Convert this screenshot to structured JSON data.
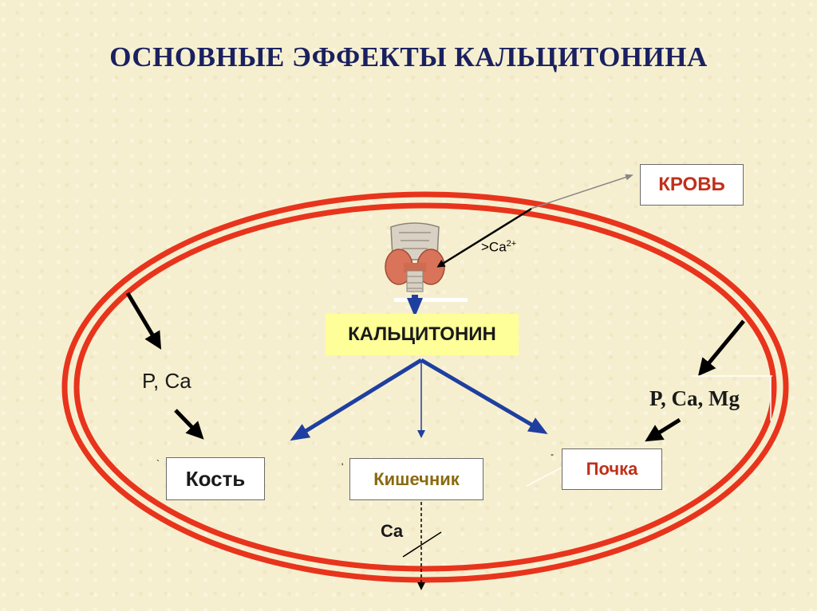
{
  "title": "ОСНОВНЫЕ ЭФФЕКТЫ КАЛЬЦИТОНИНА",
  "diagram": {
    "blood_box": "КРОВЬ",
    "ca_label": ">Ca",
    "ca_superscript": "2+",
    "hormone": "КАЛЬЦИТОНИН",
    "left_ions": "P, Ca",
    "right_ions": "P, Ca, Mg",
    "bone": "Кость",
    "intestine": "Кишечник",
    "kidney": "Почка",
    "ca_bottom": "Ca"
  },
  "colors": {
    "title": "#1a2060",
    "ellipse": "#e8341c",
    "blue_arrow": "#1e3fa0",
    "blood_text": "#c0301a",
    "intestine_text": "#8a6a10",
    "kidney_text": "#c0301a",
    "hormone_bg": "#ffff99"
  },
  "icons": {
    "gland": "thyroid-gland-icon"
  }
}
